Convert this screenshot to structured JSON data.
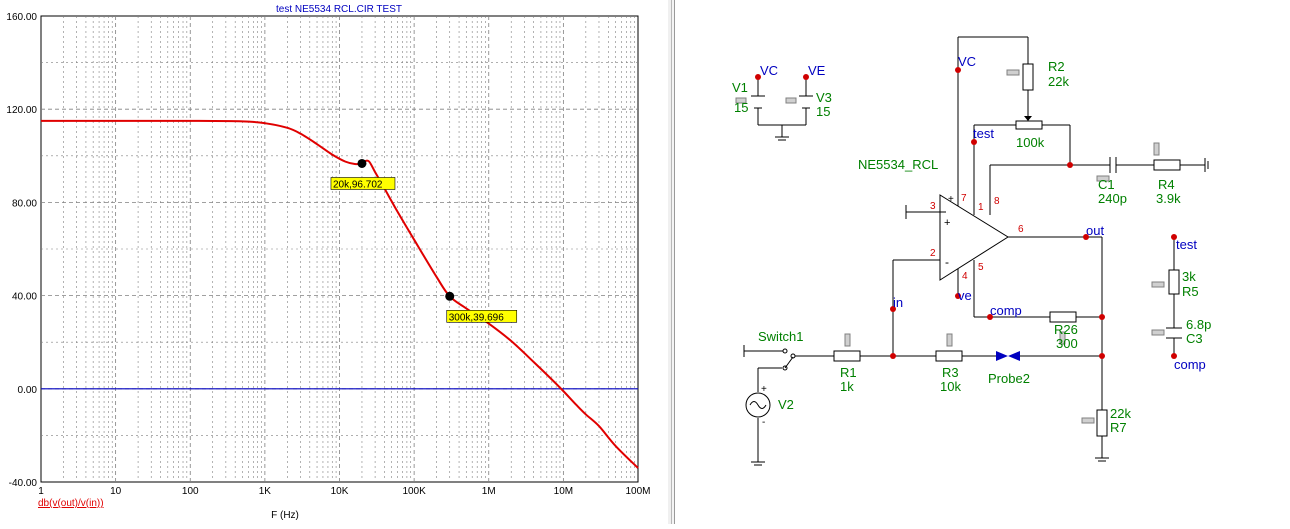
{
  "plot": {
    "title": "test NE5534 RCL.CIR TEST",
    "xlabel": "F (Hz)",
    "trace_label": "db(v(out)/v(in))",
    "colors": {
      "trace": "#e00000",
      "zero_line": "#0000c0",
      "grid": "#808080",
      "marker_bg": "#ffff00"
    }
  },
  "chart_data": {
    "type": "line",
    "title": "test NE5534 RCL.CIR TEST",
    "xlabel": "F (Hz)",
    "ylabel": "",
    "xscale": "log",
    "xlim": [
      1,
      100000000
    ],
    "ylim": [
      -40,
      160
    ],
    "x_ticks": [
      "1",
      "10",
      "100",
      "1K",
      "10K",
      "100K",
      "1M",
      "10M",
      "100M"
    ],
    "y_ticks": [
      "160.00",
      "120.00",
      "80.00",
      "40.00",
      "0.00",
      "-40.00"
    ],
    "grid": true,
    "series": [
      {
        "name": "db(v(out)/v(in))",
        "x": [
          1,
          10,
          100,
          500,
          1000,
          2000,
          3000,
          5000,
          8000,
          12000,
          16000,
          20000,
          22000,
          25000,
          30000,
          40000,
          60000,
          100000,
          200000,
          300000,
          500000,
          1000000,
          2000000,
          4000000,
          7000000,
          10000000,
          15000000,
          20000000,
          30000000,
          50000000,
          100000000
        ],
        "y": [
          115,
          115,
          115,
          114.8,
          114,
          112,
          109.5,
          105,
          100.5,
          97.5,
          96.5,
          96.7,
          97.7,
          97.5,
          93,
          86,
          76,
          64,
          48,
          39.7,
          34.5,
          28,
          20.5,
          11.5,
          4,
          -1,
          -7,
          -11,
          -16,
          -24.5,
          -34
        ]
      }
    ],
    "annotations": [
      {
        "x": 20000,
        "y": 96.702,
        "label": "20k,96.702"
      },
      {
        "x": 300000,
        "y": 39.696,
        "label": "300k,39.696"
      }
    ]
  },
  "schematic": {
    "title": "NE5534_RCL",
    "labels": {
      "vc_top": "VC",
      "vc_supply": "VC",
      "ve_supply": "VE",
      "ve_pin": "ve",
      "test_top": "test",
      "test_right": "test",
      "out": "out",
      "in": "in",
      "comp": "comp",
      "comp_right": "comp",
      "switch": "Switch1",
      "probe": "Probe2",
      "r1": "R1",
      "r1_val": "1k",
      "r2": "R2",
      "r2_val": "22k",
      "pot_val": "100k",
      "r3": "R3",
      "r3_val": "10k",
      "r4": "R4",
      "r4_val": "3.9k",
      "r5": "R5",
      "r5_val": "3k",
      "r6": "R26",
      "r6_val": "300",
      "r7": "R7",
      "r7_val": "22k",
      "c1": "C1",
      "c1_val": "240p",
      "c3": "C3",
      "c3_val": "6.8p",
      "v1": "V1",
      "v1_val": "15",
      "v2": "V2",
      "v3": "V3",
      "v3_val": "15",
      "pin3": "3",
      "pin2": "2",
      "pin7": "7",
      "pin1": "1",
      "pin8": "8",
      "pin6": "6",
      "pin4": "4",
      "pin5": "5",
      "plus": "+",
      "minus": "-",
      "src_plus": "+",
      "src_minus": "-"
    }
  }
}
